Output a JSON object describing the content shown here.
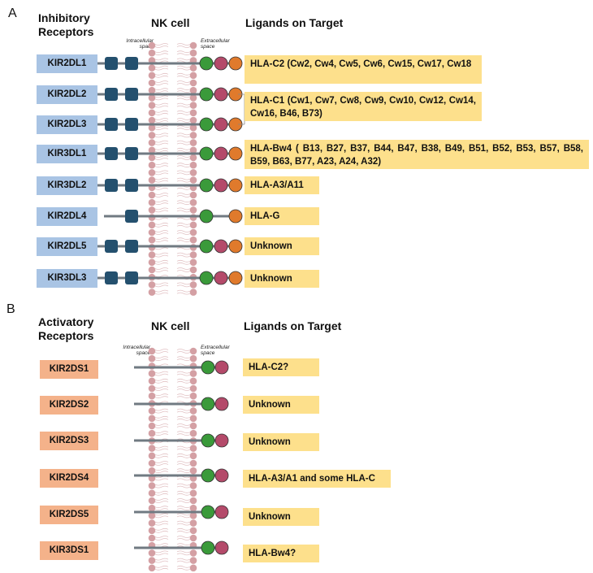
{
  "panelA": {
    "letter": "A",
    "receptors_header": "Inhibitory\nReceptors",
    "cell_header": "NK cell",
    "ligands_header": "Ligands on Target",
    "intracellular_label": "Intracellular\nspace",
    "extracellular_label": "Extracellular\nspace",
    "receptors": [
      {
        "name": "KIR2DL1",
        "itim": 2,
        "domains": [
          "green",
          "pink",
          "orange"
        ]
      },
      {
        "name": "KIR2DL2",
        "itim": 2,
        "domains": [
          "green",
          "pink",
          "orange"
        ]
      },
      {
        "name": "KIR2DL3",
        "itim": 2,
        "domains": [
          "green",
          "pink",
          "orange"
        ]
      },
      {
        "name": "KIR3DL1",
        "itim": 2,
        "domains": [
          "green",
          "pink",
          "orange"
        ]
      },
      {
        "name": "KIR3DL2",
        "itim": 2,
        "domains": [
          "green",
          "pink",
          "orange"
        ]
      },
      {
        "name": "KIR2DL4",
        "itim": 1,
        "domains": [
          "green",
          "orange"
        ]
      },
      {
        "name": "KIR2DL5",
        "itim": 2,
        "domains": [
          "green",
          "pink",
          "orange"
        ]
      },
      {
        "name": "KIR3DL3",
        "itim": 2,
        "domains": [
          "green",
          "pink",
          "orange"
        ]
      }
    ],
    "ligands": [
      "HLA-C2 (Cw2, Cw4, Cw5, Cw6, Cw15, Cw17, Cw18",
      "HLA-C1 (Cw1, Cw7, Cw8, Cw9, Cw10, Cw12, Cw14, Cw16, B46, B73)",
      "HLA-Bw4 ( B13, B27, B37, B44, B47, B38, B49, B51, B52, B53, B57, B58, B59, B63, B77, A23, A24, A32)",
      "HLA-A3/A11",
      "HLA-G",
      "Unknown",
      "Unknown"
    ]
  },
  "panelB": {
    "letter": "B",
    "receptors_header": "Activatory\nReceptors",
    "cell_header": "NK cell",
    "ligands_header": "Ligands on Target",
    "intracellular_label": "Intracellular\nspace",
    "extracellular_label": "Extracellular\nspace",
    "receptors": [
      {
        "name": "KIR2DS1",
        "domains": [
          "green",
          "pink"
        ]
      },
      {
        "name": "KIR2DS2",
        "domains": [
          "green",
          "pink"
        ]
      },
      {
        "name": "KIR2DS3",
        "domains": [
          "green",
          "pink"
        ]
      },
      {
        "name": "KIR2DS4",
        "domains": [
          "green",
          "pink"
        ]
      },
      {
        "name": "KIR2DS5",
        "domains": [
          "green",
          "pink"
        ]
      },
      {
        "name": "KIR3DS1",
        "domains": [
          "green",
          "pink"
        ]
      }
    ],
    "ligands": [
      "HLA-C2?",
      "Unknown",
      "Unknown",
      "HLA-A3/A1 and some HLA-C",
      "Unknown",
      "HLA-Bw4?"
    ]
  },
  "colors": {
    "inhibitory_box": "#a9c4e4",
    "activatory_box": "#f4b28a",
    "ligand_box": "#fde08c",
    "itim_square": "#24506e",
    "domain_green": "#3a9a3a",
    "domain_pink": "#b44a6a",
    "domain_orange": "#e07a2c",
    "membrane_head": "#d4a0a4",
    "stalk": "#707a82"
  }
}
